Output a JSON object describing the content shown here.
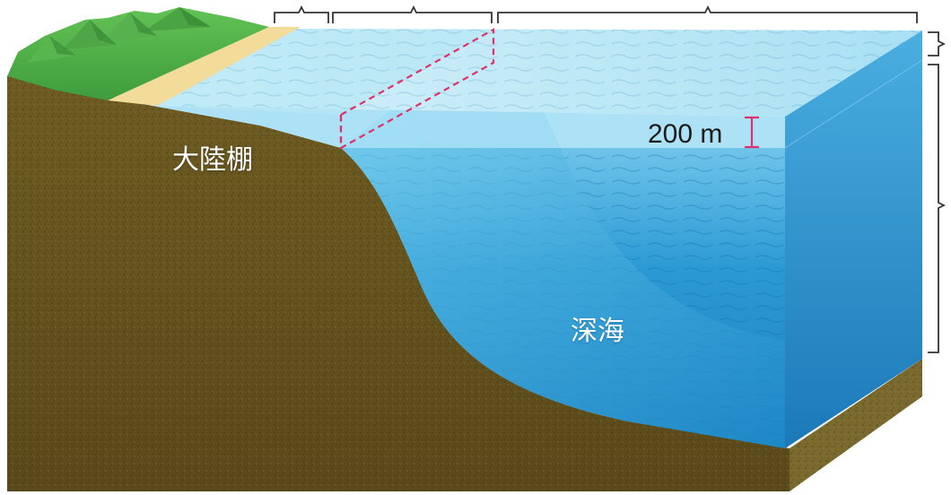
{
  "labels": {
    "continental_shelf": "大陸棚",
    "deep_sea": "深海",
    "depth_marker": "200 m"
  },
  "colors": {
    "land_soil": "#6b5a22",
    "land_grass": "#4fb04a",
    "beach_sand": "#f3dc9a",
    "shallow_water": "#bfe9f6",
    "deep_water": "#1f8fcc",
    "marker_magenta": "#e0306a",
    "bracket_line": "#333333"
  },
  "icons": [
    "mountain-range",
    "bracket",
    "depth-marker"
  ]
}
